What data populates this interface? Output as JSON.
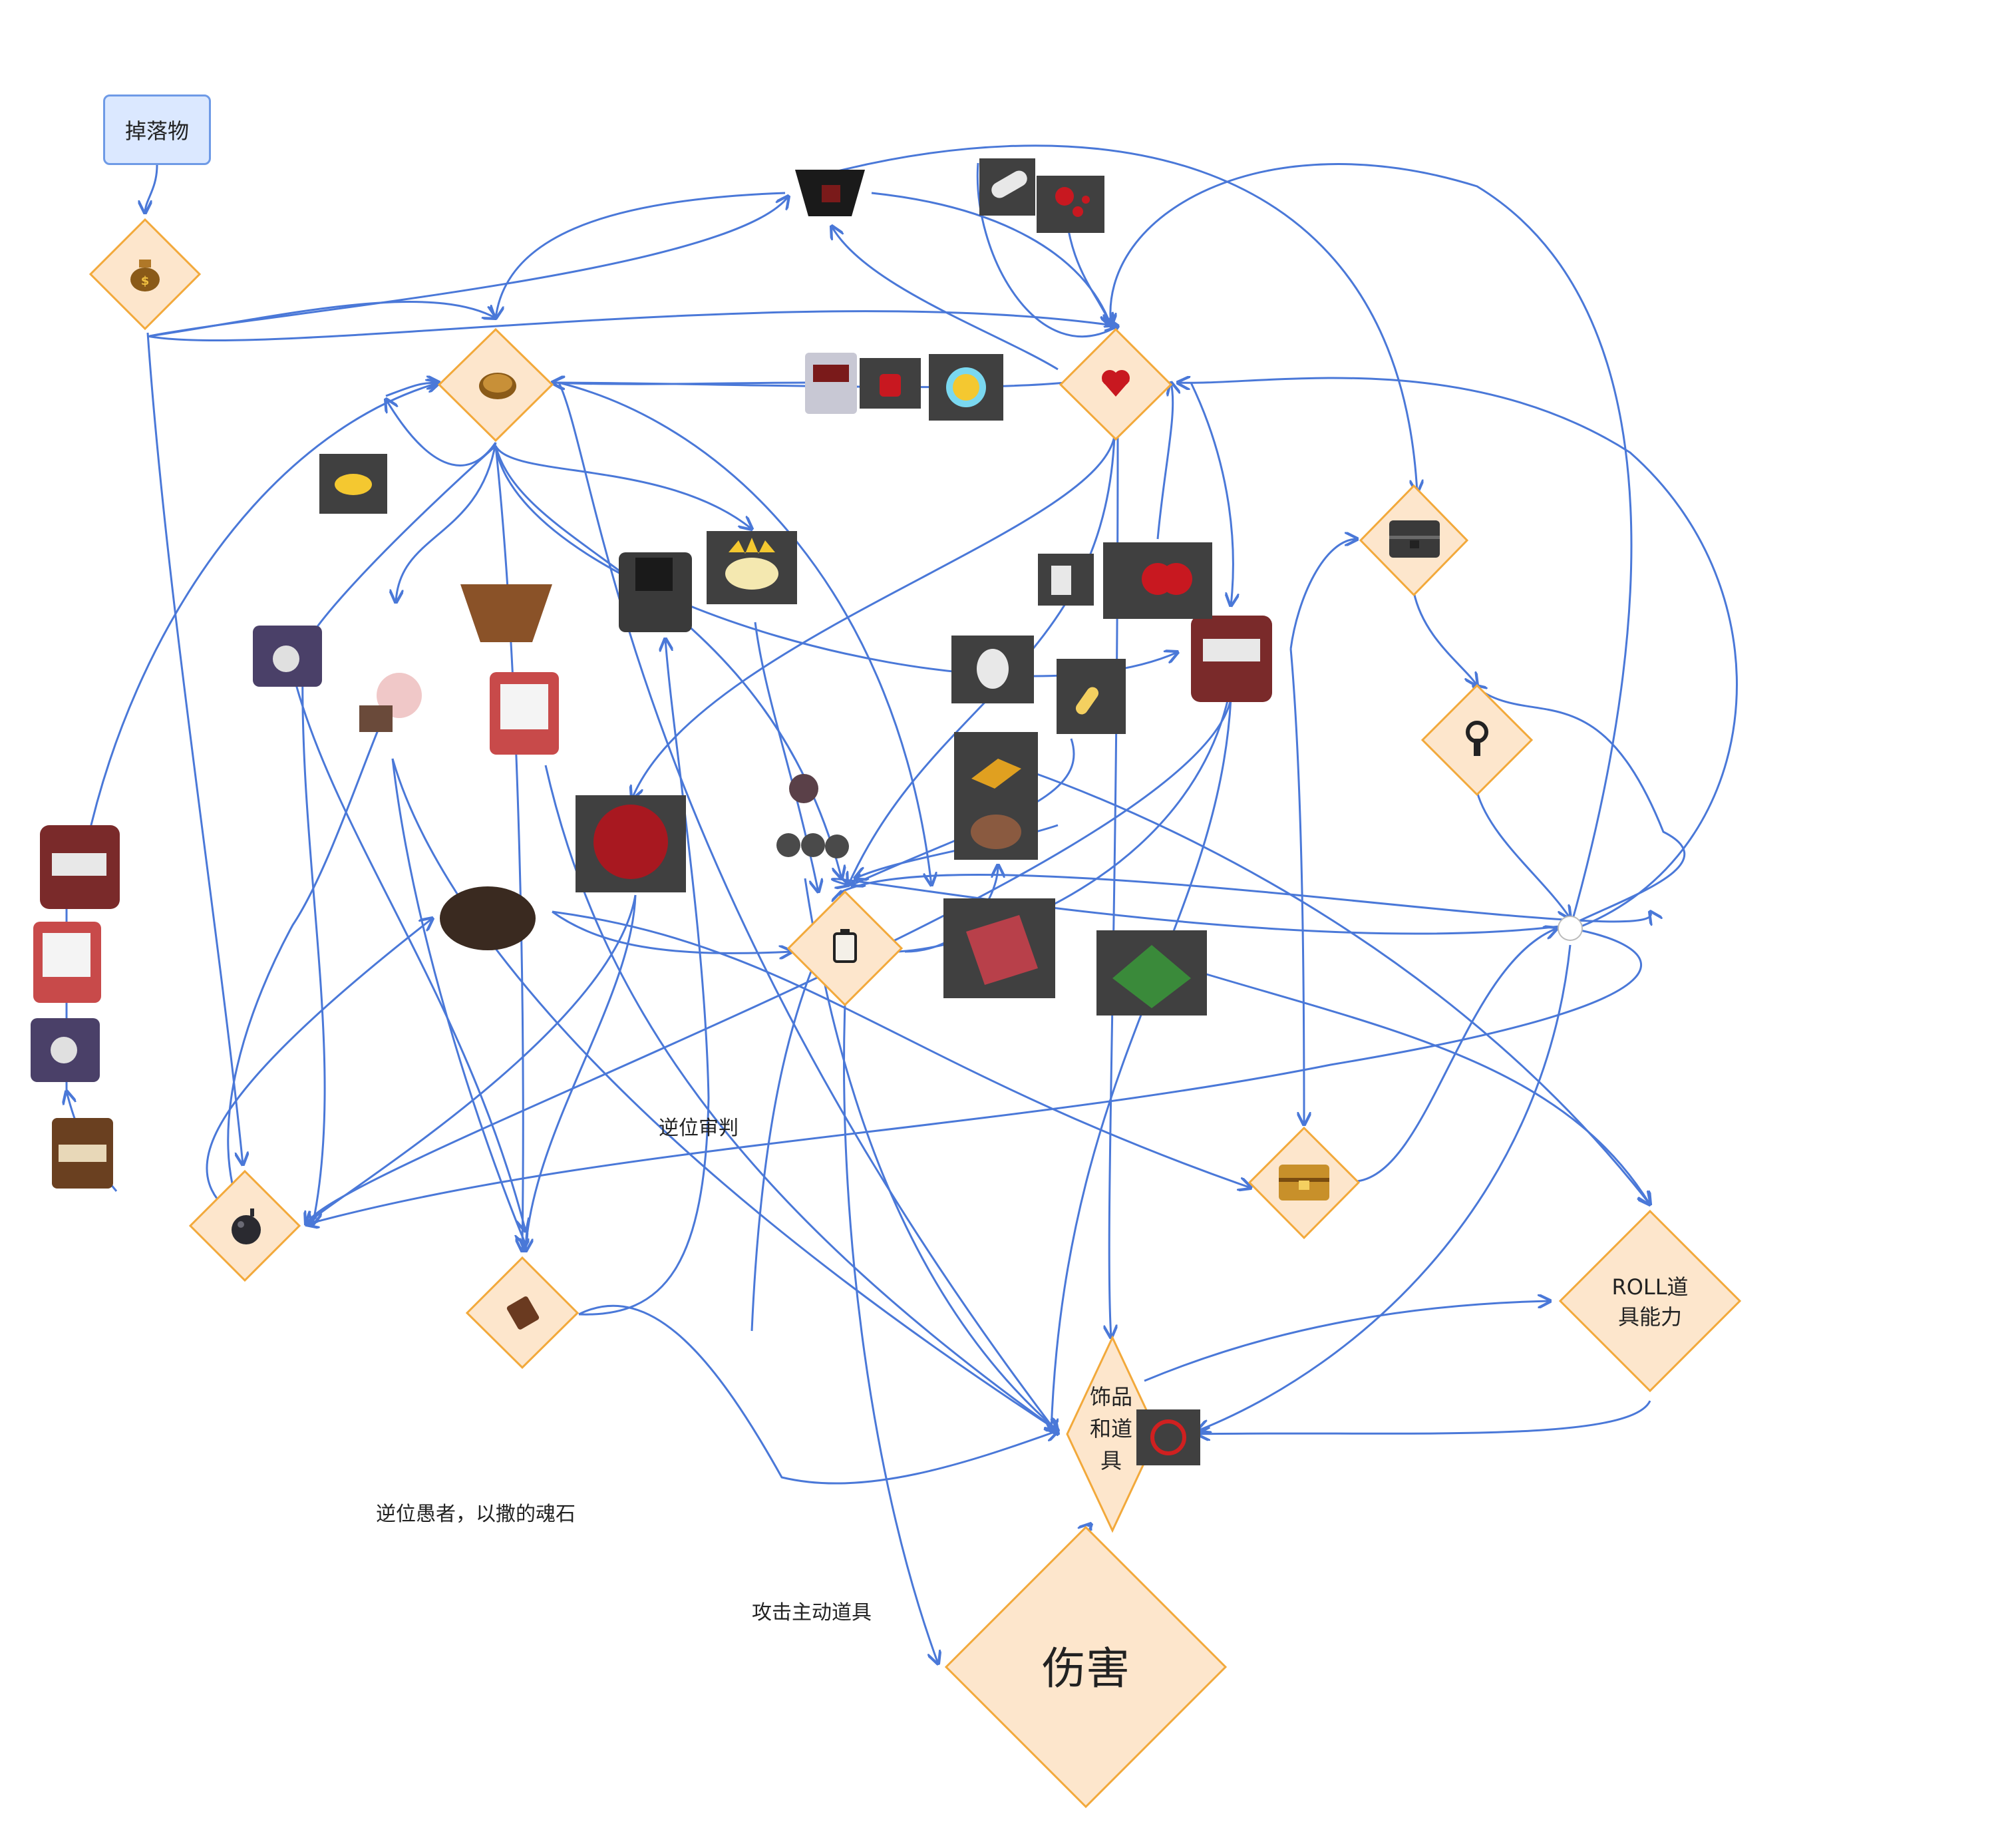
{
  "start_node": {
    "label": "掉落物"
  },
  "nodes": {
    "coin_bag": {
      "icon": "coin-bag-icon"
    },
    "penny": {
      "icon": "penny-icon"
    },
    "red_heart": {
      "icon": "red-heart-icon"
    },
    "chest_gray": {
      "icon": "stone-chest-icon"
    },
    "key": {
      "icon": "key-icon"
    },
    "battery": {
      "icon": "battery-icon"
    },
    "golden_chest": {
      "icon": "golden-chest-icon"
    },
    "bomb": {
      "icon": "bomb-icon"
    },
    "card": {
      "icon": "card-icon"
    },
    "roll": {
      "label": "ROLL道具能力"
    },
    "trinkets": {
      "label": "饰品和道具"
    },
    "damage": {
      "label": "伤害"
    }
  },
  "annotations": {
    "reverse_judgement": "逆位审判",
    "reverse_fool": "逆位愚者，以撒的魂石",
    "attack_active": "攻击主动道具"
  },
  "colors": {
    "edge": "#4a78d8",
    "diamond_fill": "#fde6cc",
    "diamond_stroke": "#f2a93b",
    "start_fill": "#dbe8ff",
    "start_stroke": "#6e9ae6"
  }
}
